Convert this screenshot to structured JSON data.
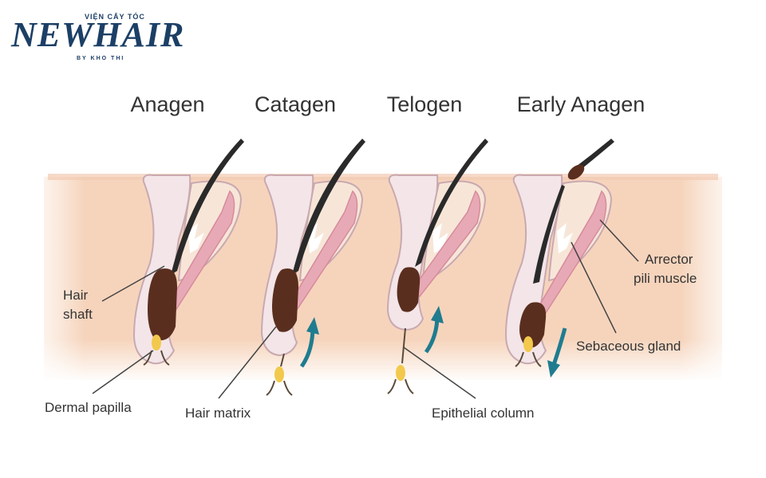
{
  "logo": {
    "brand": "NEWHAIR",
    "tagline_top": "VIỆN CẤY TÓC",
    "tagline_bottom": "BY KHO THI"
  },
  "stages": [
    "Anagen",
    "Catagen",
    "Telogen",
    "Early Anagen"
  ],
  "labels": {
    "hair_shaft_1": "Hair",
    "hair_shaft_2": "shaft",
    "dermal_papilla": "Dermal papilla",
    "hair_matrix": "Hair matrix",
    "epithelial_column": "Epithelial column",
    "arrector_1": "Arrector",
    "arrector_2": "pili muscle",
    "sebaceous_gland": "Sebaceous gland"
  },
  "colors": {
    "skin": "#f6d4bc",
    "follicle_wall": "#f3e5e8",
    "follicle_outline": "#c9a9b0",
    "muscle": "#e7a9b6",
    "bulb": "#5a2e1e",
    "papilla": "#f2c94c",
    "arrow": "#1f7c8f",
    "text": "#333333",
    "brand": "#1c3f66"
  }
}
